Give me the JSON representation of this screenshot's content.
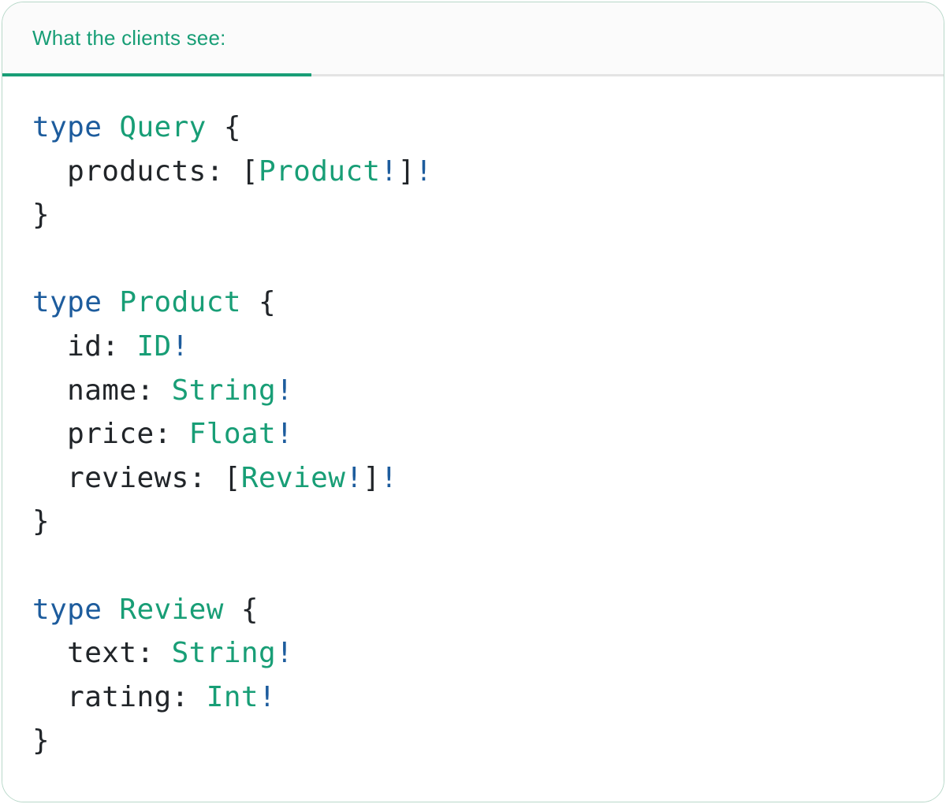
{
  "card": {
    "tab_label": "What the clients see:"
  },
  "colors": {
    "accent_green": "#189e76",
    "keyword_blue": "#1d5c9d",
    "code_text": "#212529",
    "divider_gray": "#e4e4e4",
    "tabstrip_bg": "#fbfbfb",
    "card_border": "#b8d8c9",
    "card_bg": "#ffffff"
  },
  "code": {
    "language": "graphql",
    "lines": [
      [
        [
          "kw",
          "type"
        ],
        [
          "pl",
          " "
        ],
        [
          "ty",
          "Query"
        ],
        [
          "pl",
          " {"
        ]
      ],
      [
        [
          "pl",
          "  products: ["
        ],
        [
          "ty",
          "Product"
        ],
        [
          "bang",
          "!"
        ],
        [
          "pl",
          "]"
        ],
        [
          "bang",
          "!"
        ]
      ],
      [
        [
          "pl",
          "}"
        ]
      ],
      [],
      [
        [
          "kw",
          "type"
        ],
        [
          "pl",
          " "
        ],
        [
          "ty",
          "Product"
        ],
        [
          "pl",
          " {"
        ]
      ],
      [
        [
          "pl",
          "  id: "
        ],
        [
          "ty",
          "ID"
        ],
        [
          "bang",
          "!"
        ]
      ],
      [
        [
          "pl",
          "  name: "
        ],
        [
          "ty",
          "String"
        ],
        [
          "bang",
          "!"
        ]
      ],
      [
        [
          "pl",
          "  price: "
        ],
        [
          "ty",
          "Float"
        ],
        [
          "bang",
          "!"
        ]
      ],
      [
        [
          "pl",
          "  reviews: ["
        ],
        [
          "ty",
          "Review"
        ],
        [
          "bang",
          "!"
        ],
        [
          "pl",
          "]"
        ],
        [
          "bang",
          "!"
        ]
      ],
      [
        [
          "pl",
          "}"
        ]
      ],
      [],
      [
        [
          "kw",
          "type"
        ],
        [
          "pl",
          " "
        ],
        [
          "ty",
          "Review"
        ],
        [
          "pl",
          " {"
        ]
      ],
      [
        [
          "pl",
          "  text: "
        ],
        [
          "ty",
          "String"
        ],
        [
          "bang",
          "!"
        ]
      ],
      [
        [
          "pl",
          "  rating: "
        ],
        [
          "ty",
          "Int"
        ],
        [
          "bang",
          "!"
        ]
      ],
      [
        [
          "pl",
          "}"
        ]
      ]
    ]
  }
}
